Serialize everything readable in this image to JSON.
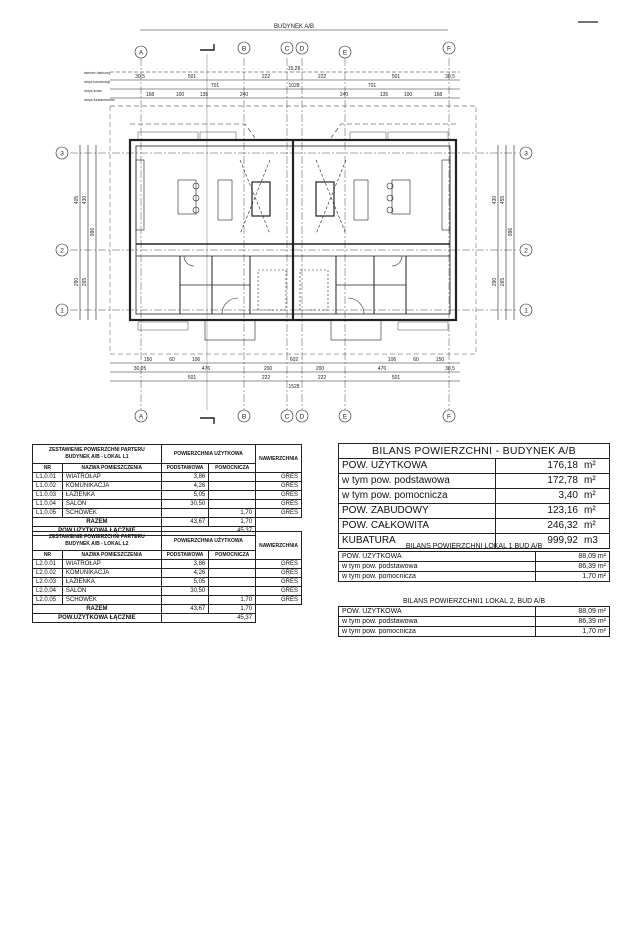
{
  "plan": {
    "title": "BUDYNEK A/B",
    "axes_top": [
      "A",
      "B",
      "C",
      "D",
      "E",
      "F"
    ],
    "axes_side": [
      "3",
      "2",
      "1"
    ],
    "dim_top_1": [
      "30,5",
      "501",
      "222",
      "15,28",
      "222",
      "501",
      "30,5"
    ],
    "dim_top_2": [
      "701",
      "1028",
      "701"
    ],
    "dim_top_3": [
      "168",
      "100",
      "135",
      "240",
      "240",
      "135",
      "100",
      "168"
    ],
    "dim_bottom_1": [
      "150",
      "60",
      "106",
      "602",
      "106",
      "60",
      "150"
    ],
    "dim_bottom_2": [
      "501",
      "222",
      "1528",
      "222",
      "501"
    ],
    "dim_bottom_3": [
      "30,05",
      "476",
      "200",
      "200",
      "476",
      "30,5"
    ],
    "dim_left": [
      "405",
      "430",
      "290",
      "265",
      "996"
    ],
    "dim_right": [
      "430",
      "455",
      "290",
      "265",
      "996"
    ],
    "level_labels": [
      "wieniec dachowy",
      "obrys konstrukcji",
      "obrys ścian",
      "obrys fundamentów"
    ]
  },
  "table1": {
    "header_left": "ZESTAWIENIE POWIERZCHNI PARTERU BUDYNEK A/B - LOKAL L1",
    "header_mid": "POWIERZCHNIA UŻYTKOWA",
    "header_right": "NAWIERZCHNIA",
    "col_nr": "NR",
    "col_name": "NAZWA POMIESZCZENIA",
    "col_pod": "PODSTAWOWA",
    "col_pom": "POMOCNICZA",
    "rows": [
      {
        "nr": "L1.0.01",
        "name": "WIATROŁAP",
        "pod": "3,86",
        "pom": "",
        "naw": "GRES"
      },
      {
        "nr": "L1.0.02",
        "name": "KOMUNIKACJA",
        "pod": "4,26",
        "pom": "",
        "naw": "GRES"
      },
      {
        "nr": "L1.0.03",
        "name": "ŁAZIENKA",
        "pod": "5,05",
        "pom": "",
        "naw": "GRES"
      },
      {
        "nr": "L1.0.04",
        "name": "SALON",
        "pod": "30,50",
        "pom": "",
        "naw": "GRES"
      },
      {
        "nr": "L1.0.05",
        "name": "SCHOWEK",
        "pod": "",
        "pom": "1,70",
        "naw": "GRES"
      }
    ],
    "razem_label": "RAZEM",
    "razem_pod": "43,67",
    "razem_pom": "1,70",
    "total_label": "POW.UŻYTKOWA ŁĄCZNIE",
    "total_value": "45,37"
  },
  "table2": {
    "header_left": "ZESTAWIENIE POWIERZCHNI PARTERU BUDYNEK A/B - LOKAL L2",
    "header_mid": "POWIERZCHNIA UŻYTKOWA",
    "header_right": "NAWIERZCHNIA",
    "col_nr": "NR",
    "col_name": "NAZWA POMIESZCZENIA",
    "col_pod": "PODSTAWOWA",
    "col_pom": "POMOCNICZA",
    "rows": [
      {
        "nr": "L2.0.01",
        "name": "WIATROŁAP",
        "pod": "3,86",
        "pom": "",
        "naw": "GRES"
      },
      {
        "nr": "L2.0.02",
        "name": "KOMUNIKACJA",
        "pod": "4,26",
        "pom": "",
        "naw": "GRES"
      },
      {
        "nr": "L2.0.03",
        "name": "ŁAZIENKA",
        "pod": "5,05",
        "pom": "",
        "naw": "GRES"
      },
      {
        "nr": "L2.0.04",
        "name": "SALON",
        "pod": "30,50",
        "pom": "",
        "naw": "GRES"
      },
      {
        "nr": "L2.0.05",
        "name": "SCHOWEK",
        "pod": "",
        "pom": "1,70",
        "naw": "GRES"
      }
    ],
    "razem_label": "RAZEM",
    "razem_pod": "43,67",
    "razem_pom": "1,70",
    "total_label": "POW.UŻYTKOWA ŁĄCZNIE",
    "total_value": "45,37"
  },
  "bilans": {
    "title": "BILANS POWIERZCHNI - BUDYNEK A/B",
    "rows": [
      {
        "label": "POW. UŻYTKOWA",
        "value": "176,18",
        "unit": "m²"
      },
      {
        "label": "w tym pow. podstawowa",
        "value": "172,78",
        "unit": "m²"
      },
      {
        "label": "w tym pow. pomocnicza",
        "value": "3,40",
        "unit": "m²"
      },
      {
        "label": "POW. ZABUDOWY",
        "value": "123,16",
        "unit": "m²"
      },
      {
        "label": "POW. CAŁKOWITA",
        "value": "246,32",
        "unit": "m²"
      },
      {
        "label": "KUBATURA",
        "value": "999,92",
        "unit": "m3"
      }
    ]
  },
  "lokal1": {
    "title": "BILANS POWIERZCHNI LOKAL 1 BUD A/B",
    "rows": [
      {
        "label": "POW. UŻYTKOWA",
        "value": "88,09 m²"
      },
      {
        "label": "w tym pow. podstawowa",
        "value": "86,39 m²"
      },
      {
        "label": "w tym pow. pomocnicza",
        "value": "1,70 m²"
      }
    ]
  },
  "lokal2": {
    "title": "BILANS POWIERZCHNI1  LOKAL 2, BUD A/B",
    "rows": [
      {
        "label": "POW. UŻYTKOWA",
        "value": "88,09 m²"
      },
      {
        "label": "w tym pow. podstawowa",
        "value": "86,39 m²"
      },
      {
        "label": "w tym pow. pomocnicza",
        "value": "1,70 m²"
      }
    ]
  }
}
